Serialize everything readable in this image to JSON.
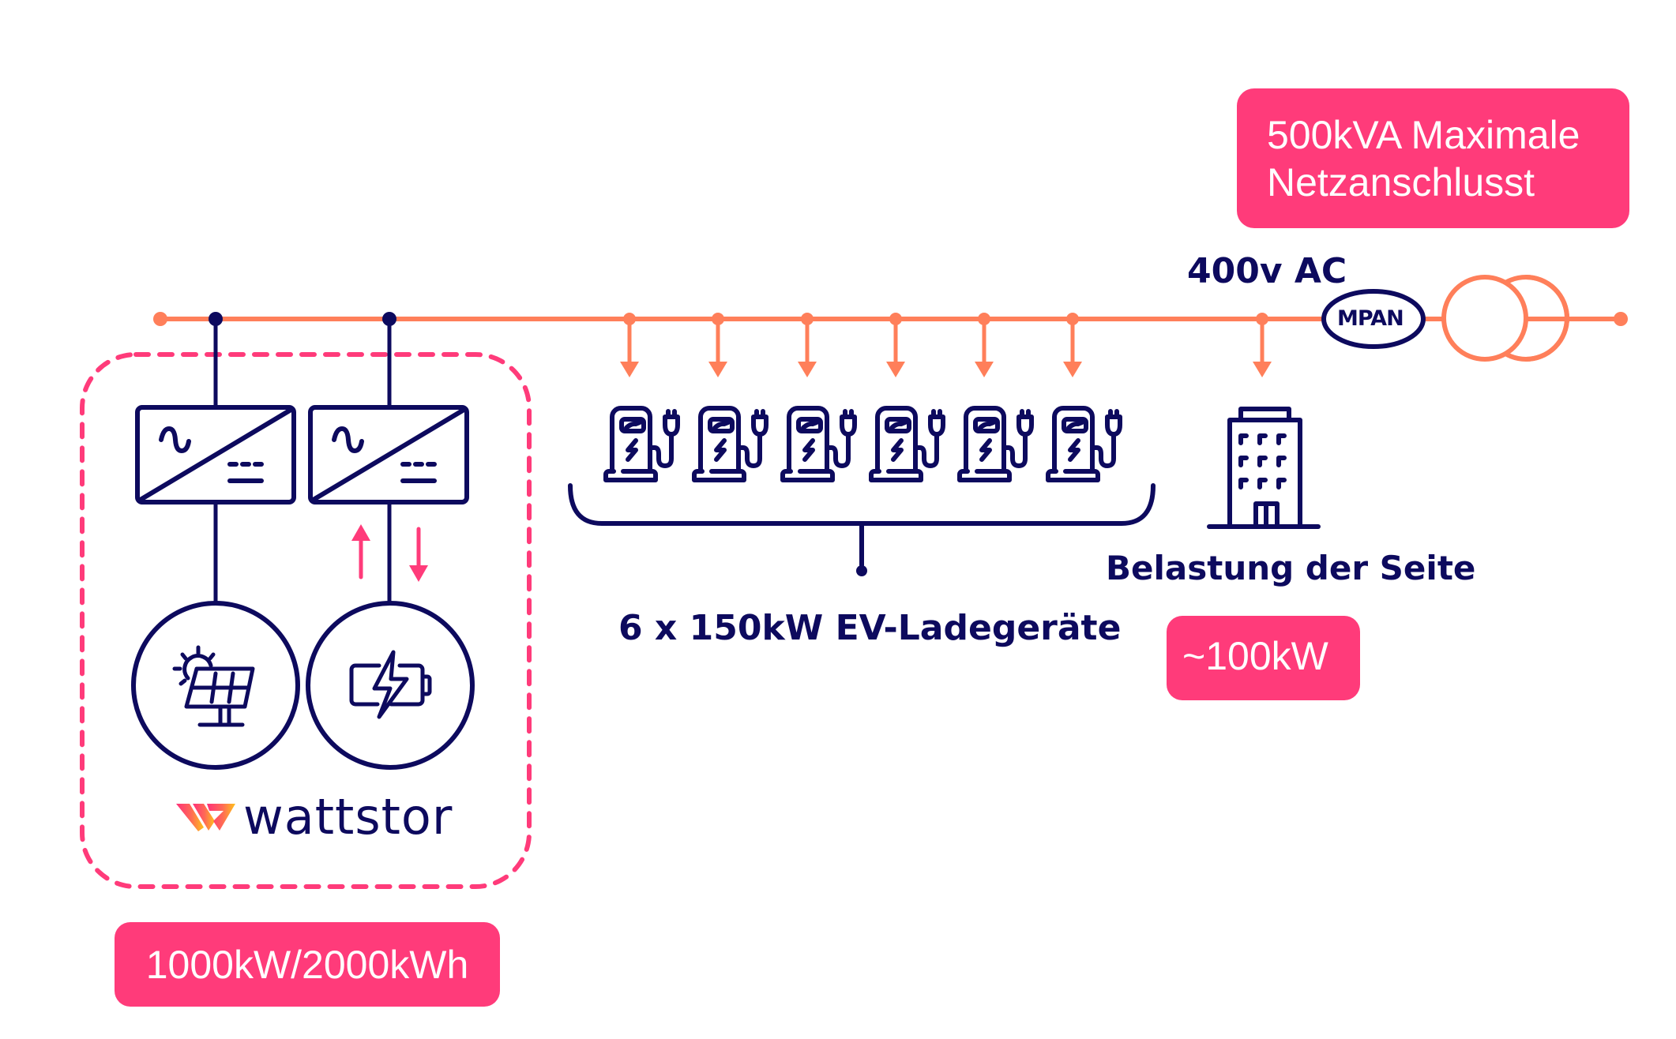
{
  "colors": {
    "bus": "#FF7F5A",
    "navy": "#0D0A5E",
    "accent_pink": "#FF3B7A",
    "logo_gradient": [
      "#FF2F7A",
      "#FFC21A"
    ]
  },
  "grid_connection": {
    "capacity_line1": "500kVA Maximale",
    "capacity_line2": "Netzanschlusst",
    "voltage_label": "400v AC",
    "meter_label": "MPAN",
    "transformer_icon": "transformer-icon"
  },
  "ev_charging": {
    "count": 6,
    "icon": "ev-charger-icon",
    "label": "6 x 150kW EV-Ladegeräte"
  },
  "site_load": {
    "icon": "building-icon",
    "label": "Belastung der Seite",
    "value": "~100kW"
  },
  "storage_system": {
    "inverters": [
      {
        "icon": "ac-dc-inverter-icon",
        "source_icon": "solar-panel-icon",
        "source": "solar"
      },
      {
        "icon": "ac-dc-inverter-icon",
        "source_icon": "battery-charging-icon",
        "source": "battery",
        "flow": "bidirectional"
      }
    ],
    "brand": "wattstor",
    "rating": "1000kW/2000kWh"
  }
}
